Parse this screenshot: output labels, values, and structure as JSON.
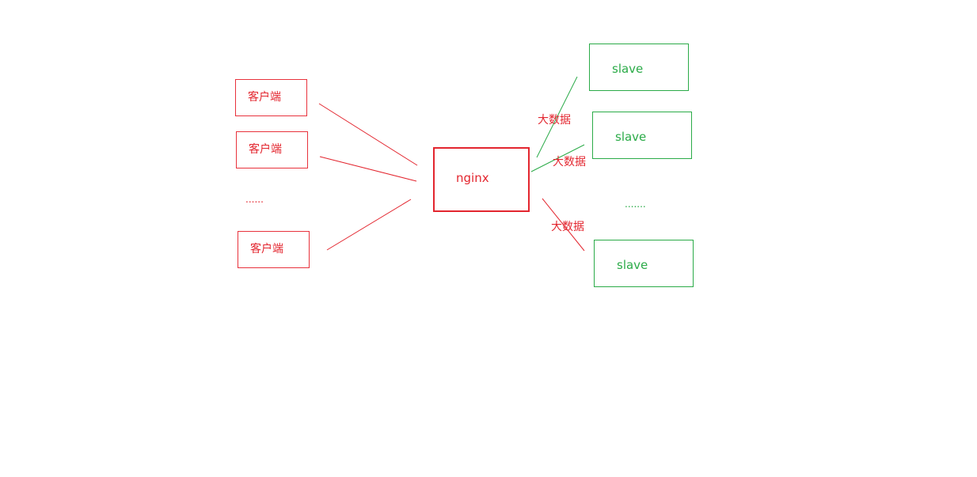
{
  "colors": {
    "client": "#e8323c",
    "nginx": "#e3262f",
    "slave": "#2bab48",
    "edge_red": "#e3262f",
    "edge_green": "#2bab48"
  },
  "clients": [
    {
      "label": "客户端"
    },
    {
      "label": "客户端"
    },
    {
      "label": "客户端"
    }
  ],
  "clients_ellipsis": "......",
  "nginx": {
    "label": "nginx"
  },
  "slaves": [
    {
      "label": "slave"
    },
    {
      "label": "slave"
    },
    {
      "label": "slave"
    }
  ],
  "slaves_ellipsis": ".......",
  "edge_labels": [
    "大数据",
    "大数据",
    "大数据"
  ]
}
